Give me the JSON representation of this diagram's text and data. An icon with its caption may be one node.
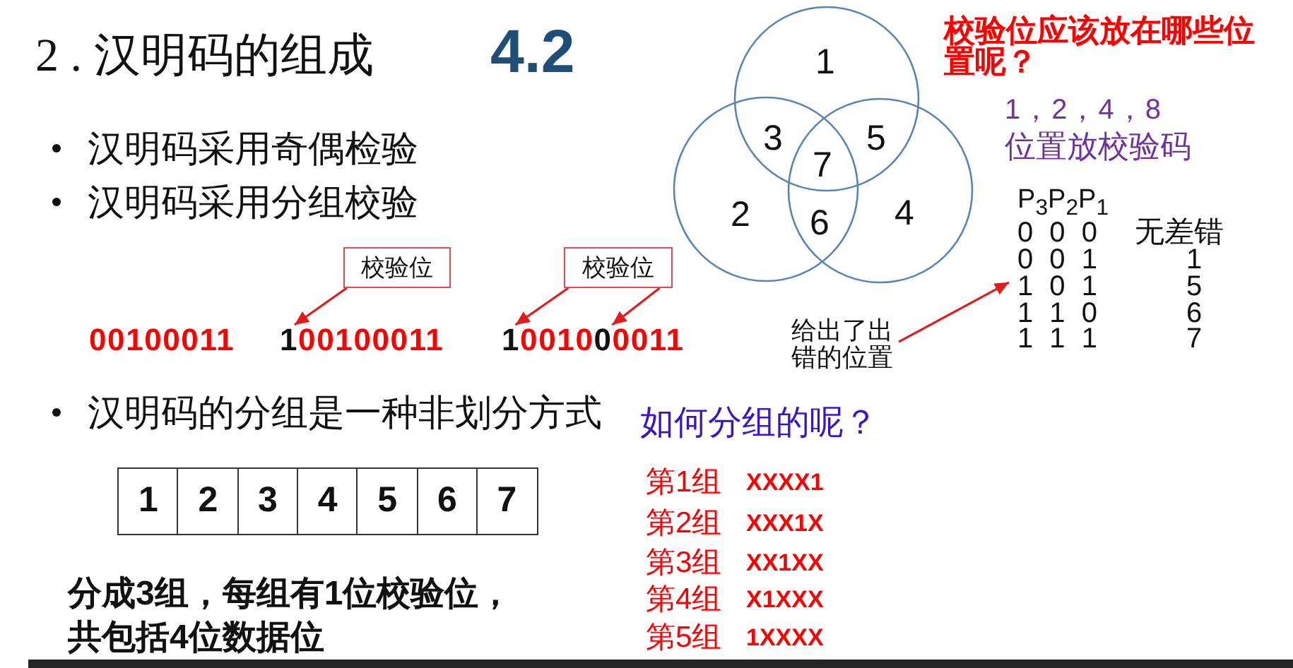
{
  "diagram": {
    "title": "2 . 汉明码的组成",
    "nodes": [
      {
        "text": [
          "1"
        ]
      },
      {
        "text": [
          "2"
        ]
      },
      {
        "text": [
          "4"
        ]
      },
      {
        "text": [
          "P$_{3}$P$_{2}$P$_{1}$",
          "0 0 0",
          "无差错",
          "0 0 1",
          "1",
          "1 0 1",
          "5",
          "1 1 0",
          "6",
          "1 1 1",
          "7"
        ]
      },
      {
        "text": [
          "校验位"
        ]
      },
      {
        "text": [
          "校验位"
        ]
      },
      {
        "text": [
          "100100011"
        ]
      },
      {
        "text": [
          "1001000011"
        ]
      },
      {
        "text": [
          "给出了出错的位置"
        ]
      }
    ],
    "edges": [
      {
        "from": 4,
        "to": 6,
        "arrow": "to"
      },
      {
        "from": 5,
        "to": 7,
        "arrow": "to"
      },
      {
        "from": 5,
        "to": 7,
        "arrow": "to"
      },
      {
        "from": 8,
        "to": 3,
        "arrow": "to"
      }
    ],
    "labels": [
      "4.2",
      "校验位应该放在哪些位置呢？",
      "1，2，4，8",
      "汉明码采用奇偶检验",
      "3",
      "7",
      "5",
      "位置放校验码",
      "汉明码采用分组校验",
      "6",
      "00100011",
      "汉明码的分组是一种非划分方式",
      "如何分组的呢？",
      "1",
      "2",
      "3",
      "4",
      "5",
      "6",
      "7",
      "第1组",
      "XXXX1",
      "第2组",
      "XXX1X",
      "分成3组，每组有1位校验位，共包括4位数据位",
      "第3组",
      "XX1XX",
      "第4组",
      "X1XXX",
      "第5组",
      "1XXXX"
    ]
  }
}
